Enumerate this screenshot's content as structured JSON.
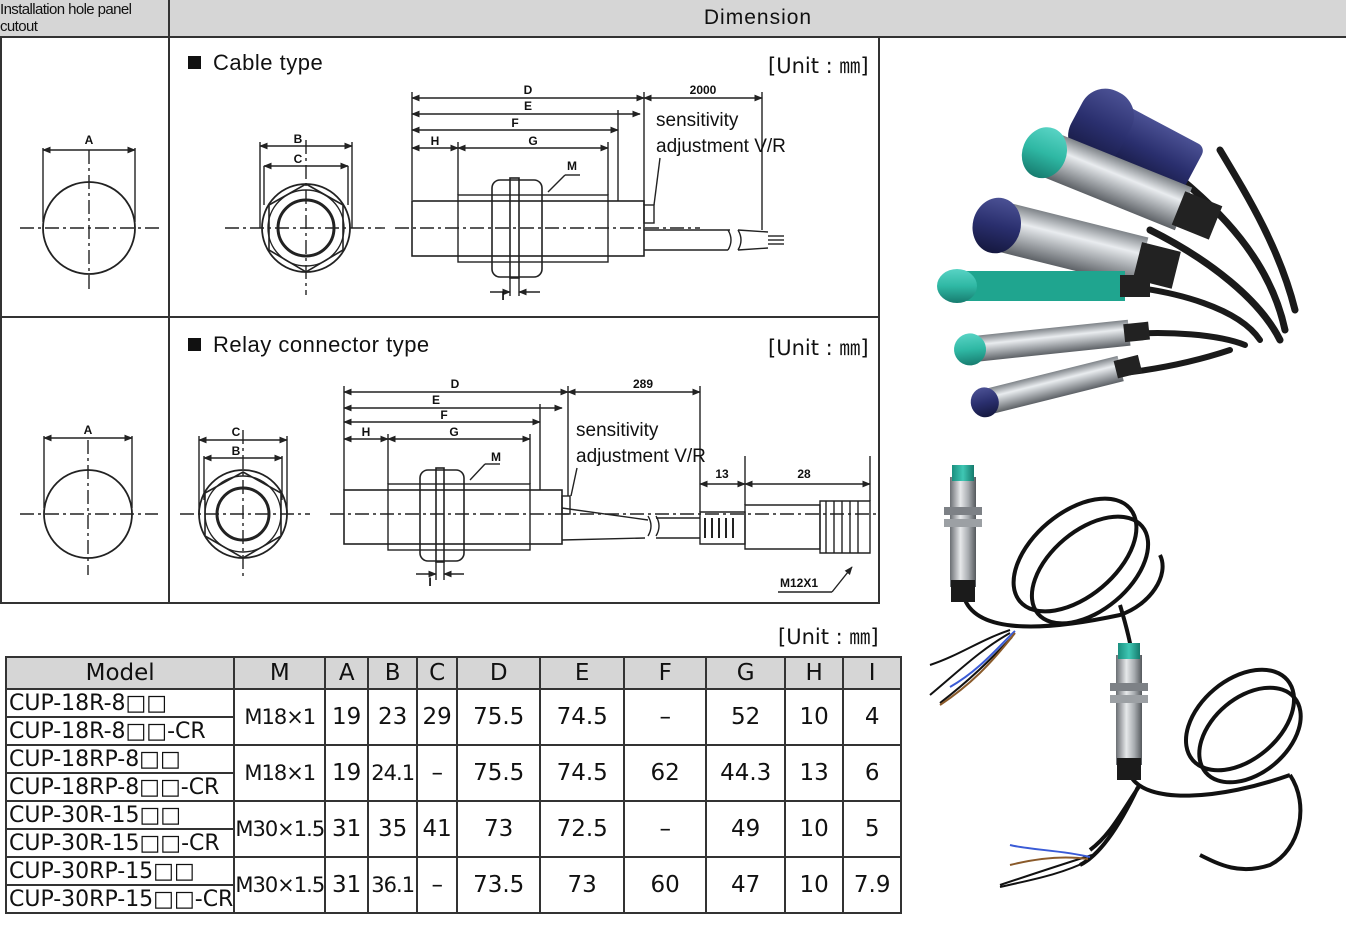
{
  "header": {
    "install_label": "Installation hole panel cutout",
    "dimension_label": "Dimension"
  },
  "cable_section": {
    "title": "Cable type",
    "unit": "[Unit : ㎜]",
    "labels": {
      "A": "A",
      "B": "B",
      "C": "C",
      "D": "D",
      "E": "E",
      "F": "F",
      "G": "G",
      "H": "H",
      "I": "I",
      "M": "M",
      "cable_len": "2000",
      "sens1": "sensitivity",
      "sens2": "adjustment V/R"
    }
  },
  "relay_section": {
    "title": "Relay connector type",
    "unit": "[Unit : ㎜]",
    "labels": {
      "A": "A",
      "B": "B",
      "C": "C",
      "D": "D",
      "E": "E",
      "F": "F",
      "G": "G",
      "H": "H",
      "I": "I",
      "M": "M",
      "cable_len": "289",
      "len13": "13",
      "len28": "28",
      "connector": "M12X1",
      "sens1": "sensitivity",
      "sens2": "adjustment V/R"
    }
  },
  "table_unit": "[Unit : ㎜]",
  "table": {
    "headers": [
      "Model",
      "M",
      "A",
      "B",
      "C",
      "D",
      "E",
      "F",
      "G",
      "H",
      "I"
    ],
    "rows": [
      {
        "model1": "CUP-18R-8□□",
        "model2": "CUP-18R-8□□-CR",
        "M": "M18×1",
        "A": "19",
        "B": "23",
        "C": "29",
        "D": "75.5",
        "E": "74.5",
        "F": "–",
        "G": "52",
        "H": "10",
        "I": "4"
      },
      {
        "model1": "CUP-18RP-8□□",
        "model2": "CUP-18RP-8□□-CR",
        "M": "M18×1",
        "A": "19",
        "B": "24.1",
        "C": "–",
        "D": "75.5",
        "E": "74.5",
        "F": "62",
        "G": "44.3",
        "H": "13",
        "I": "6"
      },
      {
        "model1": "CUP-30R-15□□",
        "model2": "CUP-30R-15□□-CR",
        "M": "M30×1.5",
        "A": "31",
        "B": "35",
        "C": "41",
        "D": "73",
        "E": "72.5",
        "F": "–",
        "G": "49",
        "H": "10",
        "I": "5"
      },
      {
        "model1": "CUP-30RP-15□□",
        "model2": "CUP-30RP-15□□-CR",
        "M": "M30×1.5",
        "A": "31",
        "B": "36.1",
        "C": "–",
        "D": "73.5",
        "E": "73",
        "F": "60",
        "G": "47",
        "H": "10",
        "I": "7.9"
      }
    ]
  },
  "colors": {
    "header_bg": "#d6d6d6",
    "teal_cap": "#2fb8a4",
    "navy_cap": "#2a2f6e",
    "chrome": "#b9bcc0"
  }
}
